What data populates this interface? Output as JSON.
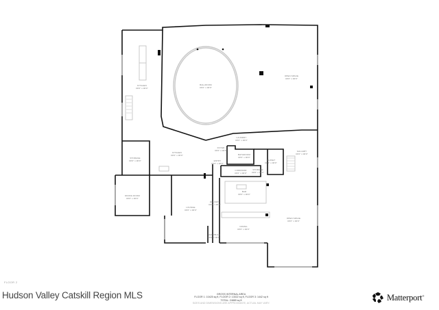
{
  "floor_label": "FLOOR 2",
  "title": "Hudson Valley Catskill Region MLS",
  "gross_area": {
    "heading": "GROSS INTERNAL AREA",
    "floors_line": "FLOOR 1: 10425 sq ft, FLOOR 2: 13022 sq ft, FLOOR 3: 1442 sq ft",
    "total_line": "TOTAL: 24889 sq ft",
    "disclaimer": "SIZES AND DIMENSIONS ARE APPROXIMATE, ACTUAL MAY VARY."
  },
  "brand": {
    "name": "Matterport",
    "tm": "®",
    "icon": "matterport-logo-icon"
  },
  "rooms": [
    {
      "id": "ballroom",
      "name": "BALLROOM",
      "dims": "00'0\" x 00'0\""
    },
    {
      "id": "open-space-ne",
      "name": "OPEN SPACE",
      "dims": "00'0\" x 00'0\""
    },
    {
      "id": "kitchen-west",
      "name": "KITCHEN",
      "dims": "00'0\" x 00'0\""
    },
    {
      "id": "storage-west",
      "name": "STORAGE",
      "dims": "00'0\" x 00'0\""
    },
    {
      "id": "kitchen-central",
      "name": "KITCHEN",
      "dims": "00'0\" x 00'0\""
    },
    {
      "id": "dining-west",
      "name": "DINING ROOM",
      "dims": "00'0\" x 00'0\""
    },
    {
      "id": "lounge",
      "name": "LOUNGE",
      "dims": "00'0\" x 00'0\""
    },
    {
      "id": "hallway",
      "name": "HALLWAY",
      "dims": "00'0\" x 00'0\""
    },
    {
      "id": "foyer",
      "name": "FOYER",
      "dims": "00'0\" x 00'0\""
    },
    {
      "id": "bathroom",
      "name": "BATHROOM",
      "dims": "00'0\" x 00'0\""
    },
    {
      "id": "laundry",
      "name": "LAUNDRY",
      "dims": "00'0\" x 00'0\""
    },
    {
      "id": "gallery-east",
      "name": "GALLERY",
      "dims": "00'0\" x 00'0\""
    },
    {
      "id": "bar",
      "name": "BAR",
      "dims": "00'0\" x 00'0\""
    },
    {
      "id": "corridor",
      "name": "CORRIDOR",
      "dims": "00'0\" x 00'0\""
    },
    {
      "id": "storage-small",
      "name": "STORAGE",
      "dims": "00'0\" x 00'0\""
    },
    {
      "id": "dining-south",
      "name": "DINING",
      "dims": "00'0\" x 00'0\""
    },
    {
      "id": "open-space-se",
      "name": "OPEN SPACE",
      "dims": "00'0\" x 00'0\""
    },
    {
      "id": "vestibule",
      "name": "VESTIBULE",
      "dims": "00'0\" x 00'0\""
    },
    {
      "id": "entry",
      "name": "ENTRY",
      "dims": "00'0\" x 00'0\""
    },
    {
      "id": "closet",
      "name": "CLOSET",
      "dims": "00'0\" x 00'0\""
    }
  ],
  "colors": {
    "wall": "#111111",
    "window": "#cfcfcf",
    "fixture": "#bdbdbd",
    "text_dark": "#444444",
    "text_light": "#b0b0b0"
  }
}
